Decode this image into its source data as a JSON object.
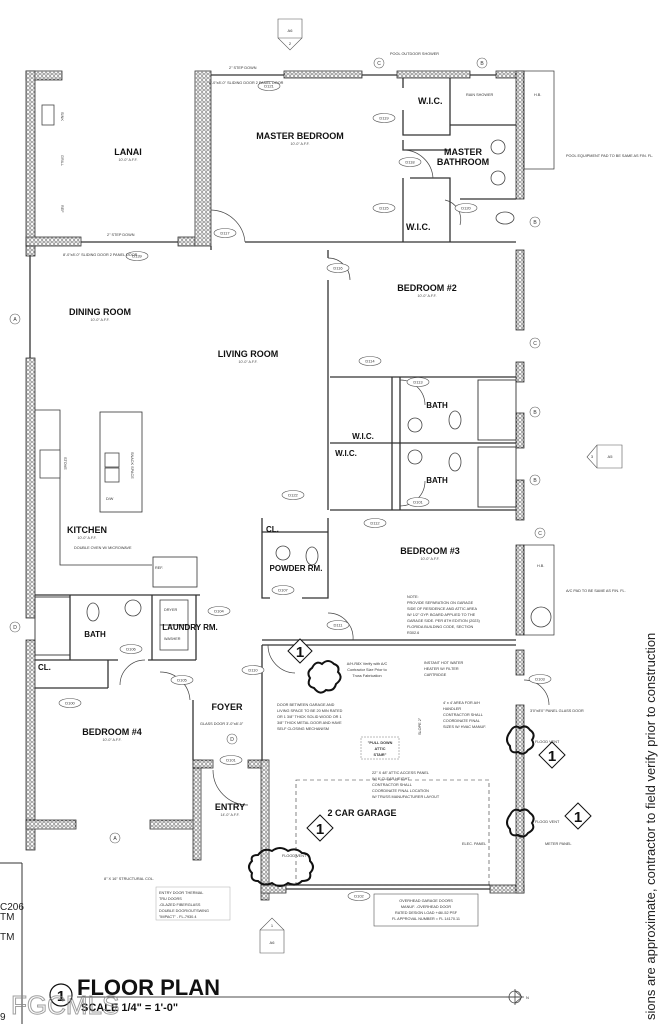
{
  "title": {
    "main": "FLOOR PLAN",
    "scale": "SCALE 1/4\" = 1'-0\"",
    "detail_number": "1"
  },
  "watermark": "FGCMLS",
  "disclaimer": "sions are approximate, contractor to field verify prior to construction",
  "left_edge_fragments": [
    "C206",
    "TM",
    "TM",
    "9"
  ],
  "rooms": {
    "lanai": {
      "name": "LANAI",
      "height": "10'-0\" A.F.F."
    },
    "master_bedroom": {
      "name": "MASTER BEDROOM",
      "height": "10'-0\" A.F.F."
    },
    "master_bathroom_1": {
      "name": "MASTER",
      "line2": "BATHROOM"
    },
    "wic_master_1": {
      "name": "W.I.C."
    },
    "wic_master_2": {
      "name": "W.I.C."
    },
    "dining_room": {
      "name": "DINING ROOM",
      "height": "10'-0\" A.F.F."
    },
    "living_room": {
      "name": "LIVING ROOM",
      "height": "10'-0\" A.F.F."
    },
    "bedroom_2": {
      "name": "BEDROOM #2",
      "height": "10'-0\" A.F.F."
    },
    "bath_1": {
      "name": "BATH"
    },
    "bath_2": {
      "name": "BATH"
    },
    "wic_1": {
      "name": "W.I.C."
    },
    "wic_2": {
      "name": "W.I.C."
    },
    "kitchen": {
      "name": "KITCHEN",
      "height": "10'-0\" A.F.F."
    },
    "cl_1": {
      "name": "CL."
    },
    "powder_rm": {
      "name": "POWDER RM."
    },
    "bedroom_3": {
      "name": "BEDROOM #3",
      "height": "10'-0\" A.F.F."
    },
    "bath_3": {
      "name": "BATH"
    },
    "laundry_rm": {
      "name": "LAUNDRY RM."
    },
    "cl_2": {
      "name": "CL."
    },
    "foyer": {
      "name": "FOYER"
    },
    "bedroom_4": {
      "name": "BEDROOM #4",
      "height": "10'-0\" A.F.F."
    },
    "entry": {
      "name": "ENTRY",
      "height": "14'-0\" A.F.F."
    },
    "garage": {
      "name": "2 CAR GARAGE"
    }
  },
  "door_tags": {
    "d121": "D121",
    "d119": "D119",
    "d118": "D118",
    "d115": "D115",
    "d120": "D120",
    "d117": "D117",
    "d139": "D139",
    "d116": "D116",
    "d114": "D114",
    "d113": "D113",
    "d112": "D112",
    "d122": "D122",
    "d107": "D107",
    "d111": "D111",
    "d104": "D104",
    "d106": "D106",
    "d110": "D110",
    "d105": "D105",
    "d100": "D100",
    "d101": "D101",
    "d103": "D103",
    "d102": "D102"
  },
  "grid_markers": [
    "A",
    "B",
    "C",
    "D"
  ],
  "section_markers": {
    "top": {
      "sheet": "A6",
      "num": "2"
    },
    "right": {
      "sheet": "A5",
      "num": "3"
    },
    "bottom": {
      "sheet": "A6",
      "num": "1"
    }
  },
  "labels": {
    "step_down_top": "2\" STEP DOWN",
    "step_down_lanai": "2\" STEP DOWN",
    "sliding_door_top": "8'-0\"x8'-0\" SLIDING DOOR 2 PANEL DOOR",
    "sliding_door_lanai": "8'-0\"x8'-0\" SLIDING DOOR 2 PANEL DOOR",
    "pool_shower": "POOL OUTDOOR SHOWER",
    "rain_shower": "RAIN SHOWER",
    "hb_1": "H.B.",
    "hb_2": "H.B.",
    "pool_equipment": "POOL EQUIPMENT PAD TO BE SAME AS FIN. FL.",
    "ac_pad": "A/C PAD TO BE SAME AS FIN. FL.",
    "sink": "SINK",
    "grill": "GRILL",
    "ref_lanai": "REF",
    "stove": "STOVE",
    "snack_space": "SNACK SPACE",
    "dw": "D/W",
    "double_oven": "DOUBLE OVEN W/ MICROWAVE",
    "ref": "REF.",
    "dryer": "DRYER",
    "washer": "WASHER",
    "glass_door": "GLASS DOOR 3'-0\"x8'-0\"",
    "structural_col": "8\" X 16\" STRUCTURAL COL.",
    "flood_vent": "FLOOD VENT",
    "elec_panel": "ELEC. PANEL",
    "meter_panel": "METER PANEL",
    "slope": "SLOPE 2\"",
    "pull_down_1": "\"PULL DOWN",
    "pull_down_2": "ATTIC",
    "pull_down_3": "STAIR\"",
    "glass_door_side": "3'0\"x8'0\" PANEL GLASS DOOR"
  },
  "notes": {
    "separation": [
      "NOTE:",
      "PROVIDE SEPARATION ON GARAGE",
      "SIDE OF RESIDENCE AND ATTIC AREA",
      "W/ 1/2\" GYP. BOARD APPLIED TO THE",
      "GARAGE SIDE. PER 8TH EDITION (2023)",
      "FLORIDA BUILDING CODE, SECTION",
      "R302.6"
    ],
    "ah": [
      "A/H-R8X Verify with A/C",
      "Contractor Size Prior to",
      "Truss Fabrication"
    ],
    "water_heater": [
      "INSTANT HOT WATER",
      "HEATER W/ FILTER",
      "CARTRIDGE"
    ],
    "area_ah": [
      "4' x 4' AREA FOR A/H",
      "HANDLER",
      "CONTRACTOR SHALL",
      "COORDINATE FINAL",
      "SIZES W/ HVAC MANUF."
    ],
    "door_between": [
      "DOOR BETWEEN GARAGE AND",
      "LIVING SPACE TO BE 20 MIN RATED",
      "OR 1 3/8\" THICK SOLID WOOD OR 1",
      "3/8\" THICK METAL DOOR AND HAVE",
      "SELF CLOSING MECHANISM"
    ],
    "attic_panel": [
      "22\" X 48\" ATTIC ACCESS PANEL",
      "W/ 6' CLEAR HEIGHT",
      "CONTRACTOR SHALL",
      "COORDINATE FINAL LOCATION",
      "W/ TRUSS MANUFACTURER LAYOUT"
    ],
    "entry_door": [
      "ENTRY DOOR THERMAL",
      "TRU DOORS",
      "-GLAZED FIBERGLASS",
      "DOUBLE DOOR/OUTSWING",
      "\"IMPACT\" - FL-7930.4"
    ],
    "garage_door": [
      "OVERHEAD GARAGE DOORS",
      "MANUF. -OVERHEAD DOOR",
      "RATED DESIGN LOAD +46/-52 PSF",
      "FL APPROVAL NUMBER = FL 14170.11"
    ]
  },
  "revision_tags": [
    "1",
    "1",
    "1",
    "1",
    "1"
  ],
  "north_arrow": "N"
}
